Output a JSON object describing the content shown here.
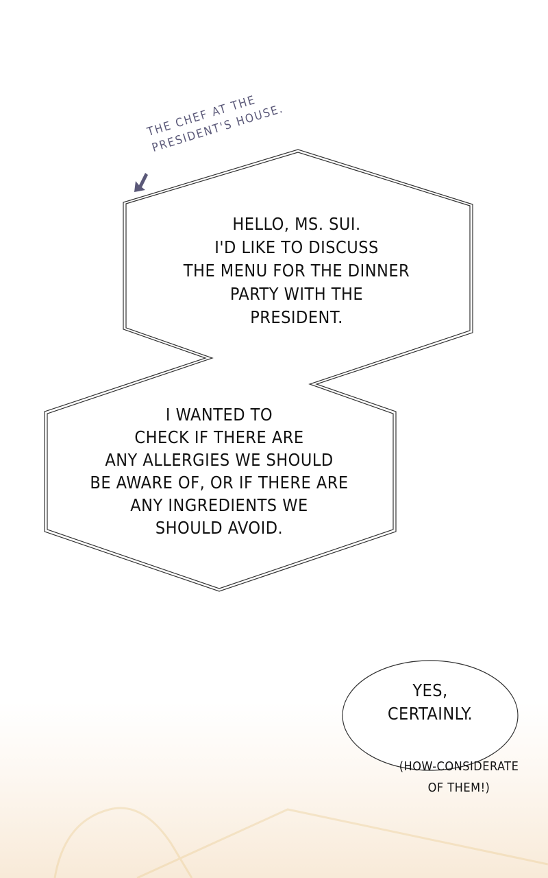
{
  "caption": {
    "lines": [
      "THE CHEF AT THE",
      "PRESIDENT'S HOUSE."
    ]
  },
  "bubble_top": {
    "lines": [
      "HELLO, MS. SUI.",
      "I'D LIKE TO DISCUSS",
      "THE MENU FOR THE DINNER",
      "PARTY WITH THE",
      "PRESIDENT."
    ]
  },
  "bubble_bottom": {
    "lines": [
      "I WANTED TO",
      "CHECK IF THERE ARE",
      "ANY ALLERGIES WE SHOULD",
      "BE AWARE OF, OR IF THERE ARE",
      "ANY INGREDIENTS WE",
      "SHOULD AVOID."
    ]
  },
  "bubble_reply": {
    "lines": [
      "YES,",
      "CERTAINLY."
    ]
  },
  "aside": {
    "lines": [
      "(HOW-CONSIDERATE",
      "OF THEM!)"
    ]
  },
  "colors": {
    "caption": "#5a5878",
    "outline": "#333333",
    "background_warm": "#f8ead8"
  }
}
